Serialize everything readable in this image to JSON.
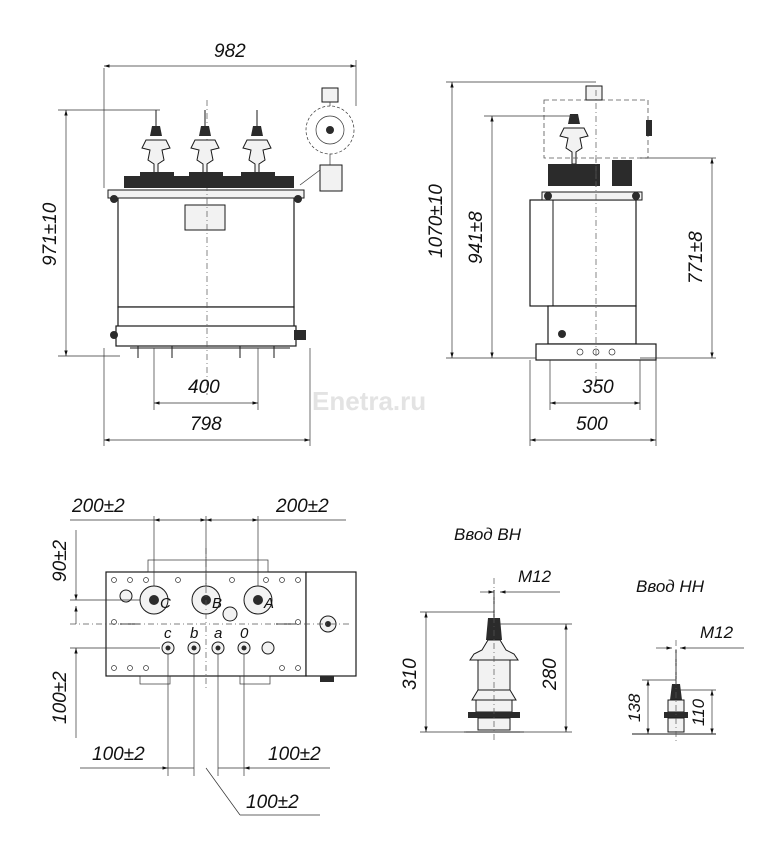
{
  "watermark": "Enetra.ru",
  "front_view": {
    "overall_width": "982",
    "height": "971±10",
    "base_inner": "400",
    "base_outer": "798"
  },
  "side_view": {
    "height_total": "1070±10",
    "height_hv": "941±8",
    "height_tank": "771±8",
    "base_inner": "350",
    "base_outer": "500"
  },
  "top_view": {
    "hv_spacing_left": "200±2",
    "hv_spacing_right": "200±2",
    "row_offset_top": "90±2",
    "row_offset_bottom": "100±2",
    "lv_spacing_left": "100±2",
    "lv_spacing_right": "100±2",
    "lv_spacing_bottom": "100±2",
    "hv_terminals": [
      "C",
      "B",
      "A"
    ],
    "lv_terminals": [
      "c",
      "b",
      "a",
      "0"
    ]
  },
  "hv_bushing": {
    "title": "Ввод ВН",
    "thread": "M12",
    "height_total": "310",
    "height_body": "280"
  },
  "lv_bushing": {
    "title": "Ввод НН",
    "thread": "M12",
    "height_total": "138",
    "height_body": "110"
  }
}
